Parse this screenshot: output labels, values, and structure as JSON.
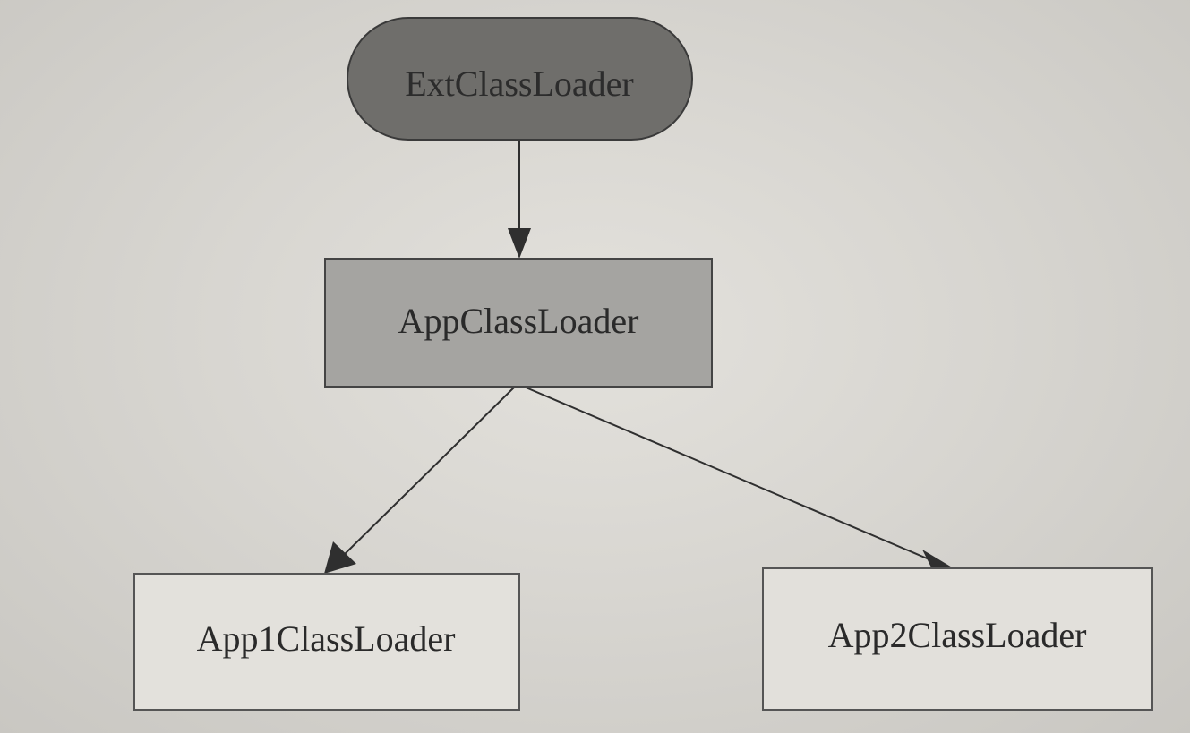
{
  "nodes": {
    "ext": {
      "label": "ExtClassLoader",
      "fill": "#6f6e6b"
    },
    "app": {
      "label": "AppClassLoader",
      "fill": "#a5a4a1"
    },
    "app1": {
      "label": "App1ClassLoader",
      "fill": "#e3e1dc"
    },
    "app2": {
      "label": "App2ClassLoader",
      "fill": "#e2e0db"
    }
  },
  "edges": [
    {
      "from": "ExtClassLoader",
      "to": "AppClassLoader"
    },
    {
      "from": "AppClassLoader",
      "to": "App1ClassLoader"
    },
    {
      "from": "AppClassLoader",
      "to": "App2ClassLoader"
    }
  ]
}
